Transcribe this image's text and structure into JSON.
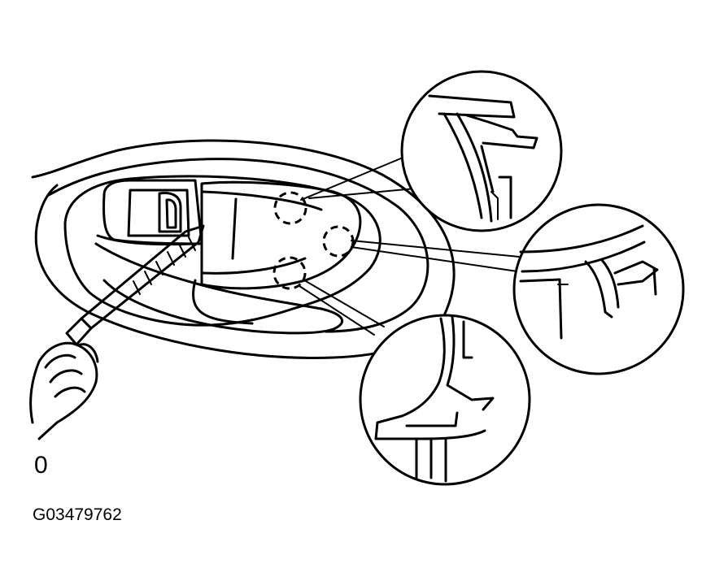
{
  "figure": {
    "view_label": "0",
    "figure_id": "G03479762"
  },
  "clips": {
    "count": 3,
    "detail_callouts": 3
  }
}
